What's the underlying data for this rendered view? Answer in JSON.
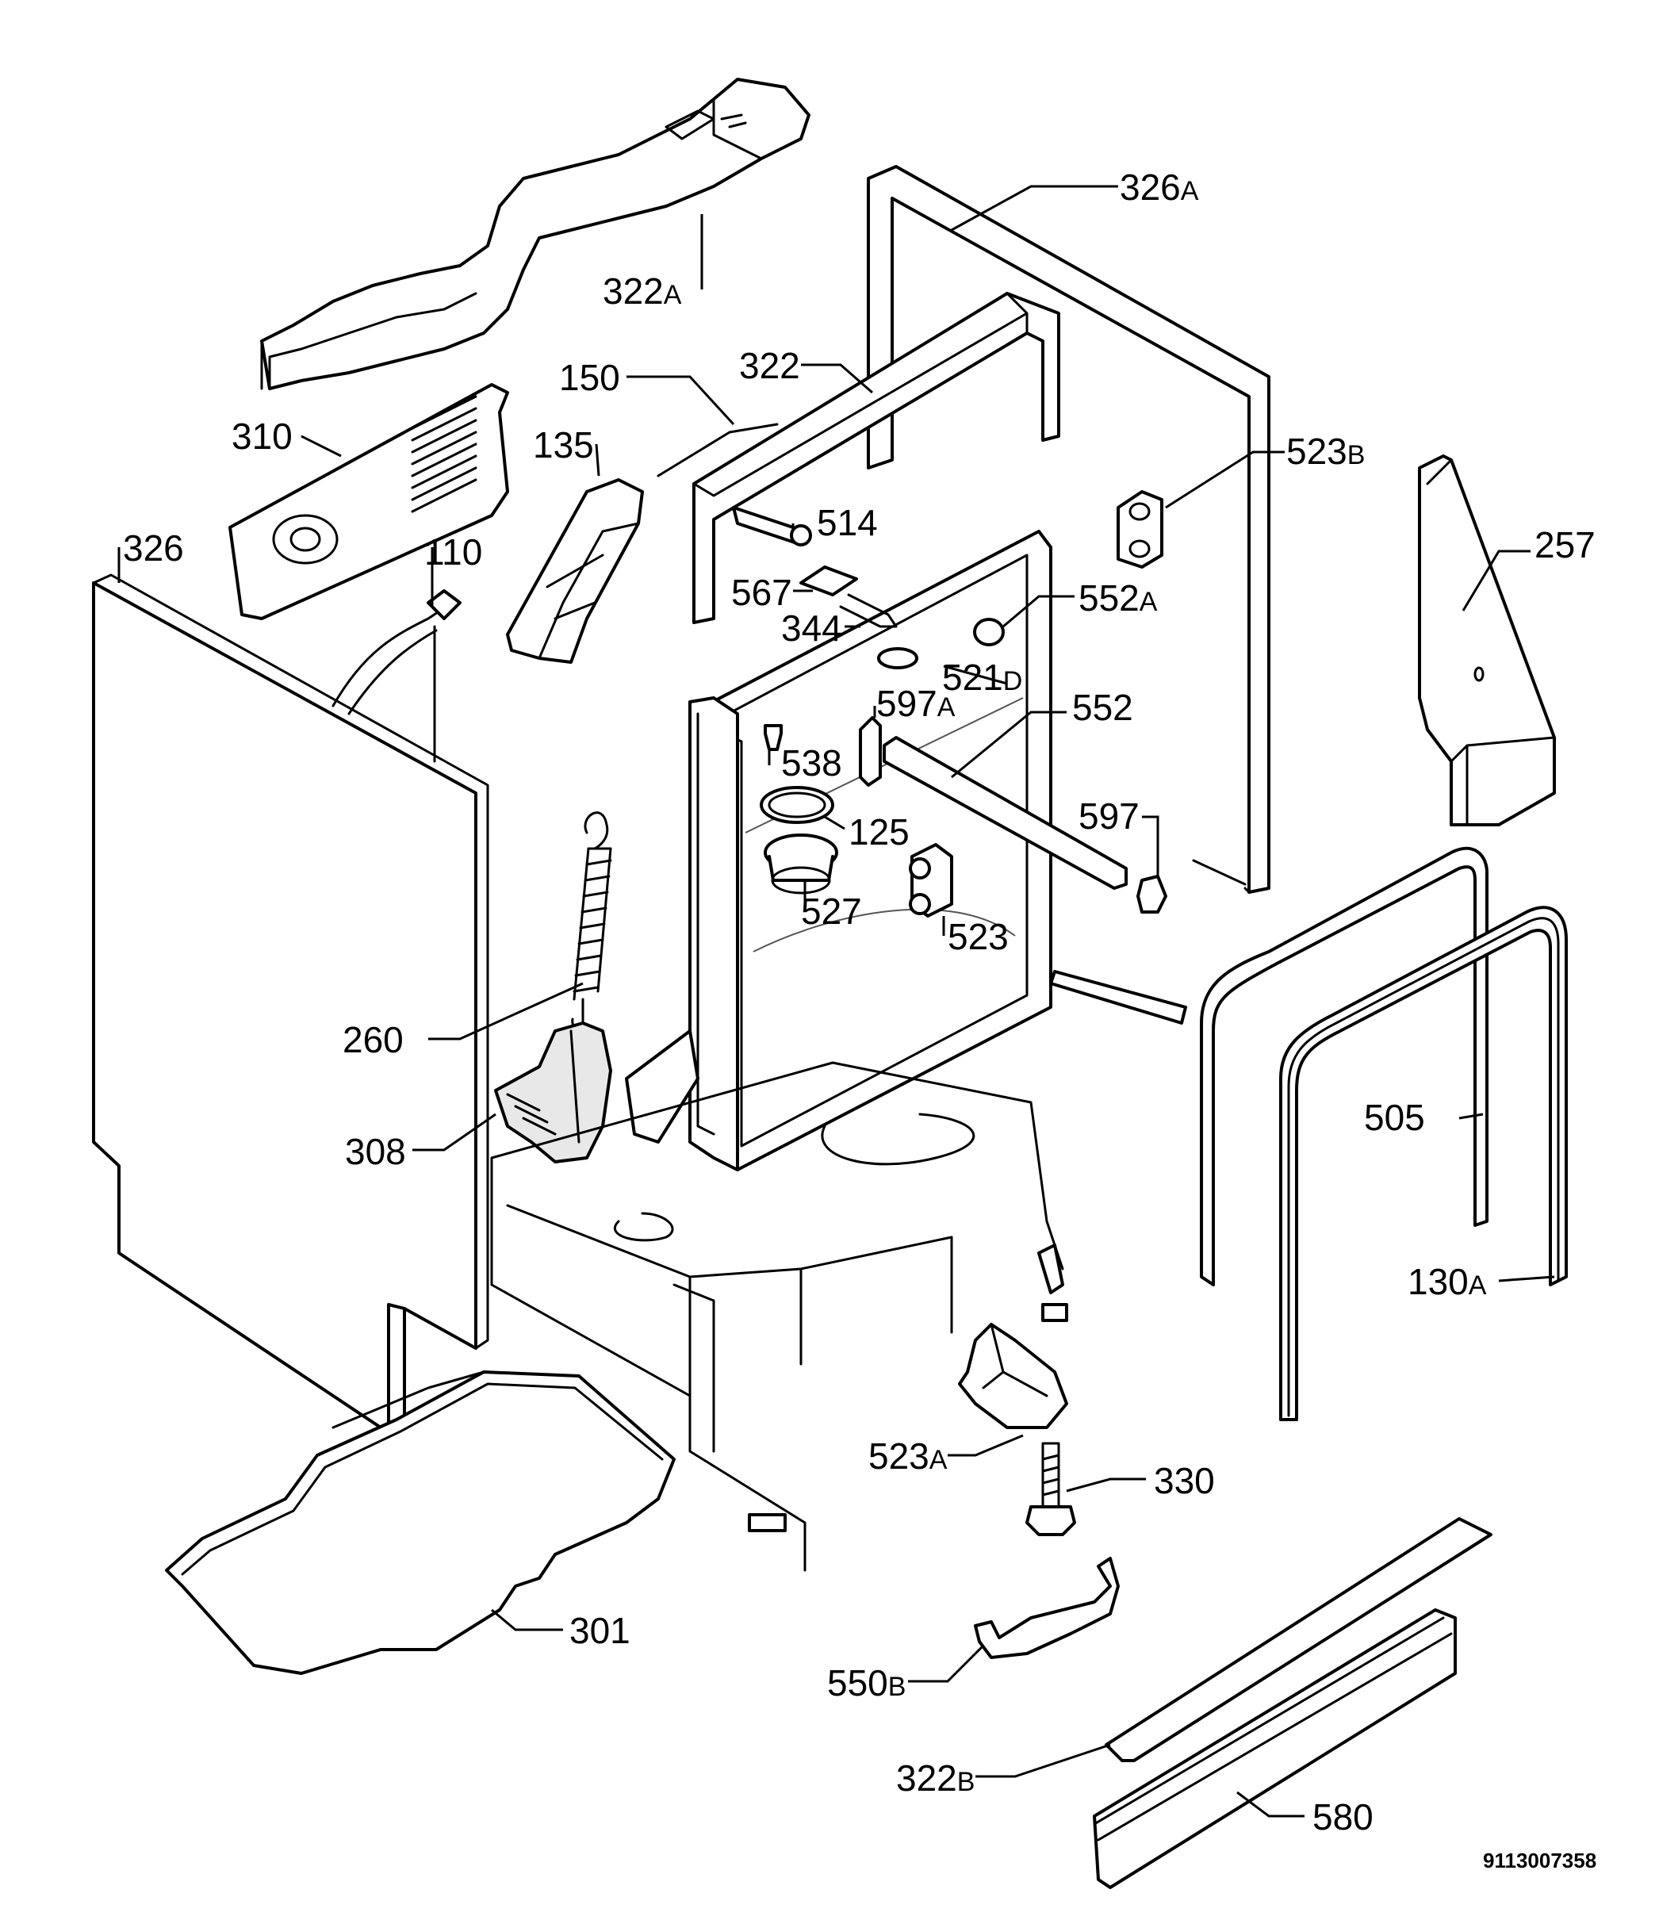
{
  "labels": {
    "l326A": {
      "num": "326",
      "sfx": "A"
    },
    "l322A": {
      "num": "322",
      "sfx": "A"
    },
    "l322": {
      "num": "322"
    },
    "l150": {
      "num": "150"
    },
    "l310": {
      "num": "310"
    },
    "l135": {
      "num": "135"
    },
    "l523B": {
      "num": "523",
      "sfx": "B"
    },
    "l257": {
      "num": "257"
    },
    "l514": {
      "num": "514"
    },
    "l326": {
      "num": "326"
    },
    "l110": {
      "num": "110"
    },
    "l567": {
      "num": "567"
    },
    "l552A": {
      "num": "552",
      "sfx": "A"
    },
    "l344": {
      "num": "344"
    },
    "l521D": {
      "num": "521",
      "sfx": "D"
    },
    "l597A": {
      "num": "597",
      "sfx": "A"
    },
    "l552": {
      "num": "552"
    },
    "l538": {
      "num": "538"
    },
    "l597": {
      "num": "597"
    },
    "l125": {
      "num": "125"
    },
    "l527": {
      "num": "527"
    },
    "l523": {
      "num": "523"
    },
    "l260": {
      "num": "260"
    },
    "l505": {
      "num": "505"
    },
    "l308": {
      "num": "308"
    },
    "l130A": {
      "num": "130",
      "sfx": "A"
    },
    "l523A": {
      "num": "523",
      "sfx": "A"
    },
    "l330": {
      "num": "330"
    },
    "l301": {
      "num": "301"
    },
    "l550B": {
      "num": "550",
      "sfx": "B"
    },
    "l322B": {
      "num": "322",
      "sfx": "B"
    },
    "l580": {
      "num": "580"
    }
  },
  "document_number": "9113007358"
}
